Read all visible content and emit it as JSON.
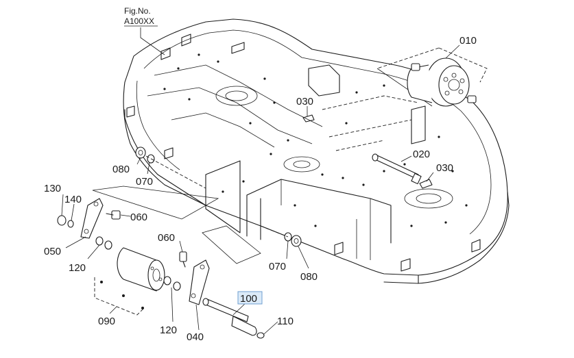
{
  "figure": {
    "caption_line1": "Fig.No.",
    "caption_line2": "A100XX"
  },
  "parts": {
    "p010": "010",
    "p020": "020",
    "p030a": "030",
    "p030b": "030",
    "p040": "040",
    "p050": "050",
    "p060a": "060",
    "p060b": "060",
    "p070a": "070",
    "p070b": "070",
    "p080a": "080",
    "p080b": "080",
    "p090": "090",
    "p100": "100",
    "p110": "110",
    "p120a": "120",
    "p120b": "120",
    "p130": "130",
    "p140": "140"
  },
  "selected_part": "100",
  "colors": {
    "line": "#1a1a1a",
    "highlight_fill": "#dbeaf8",
    "highlight_border": "#6f9fd0"
  }
}
